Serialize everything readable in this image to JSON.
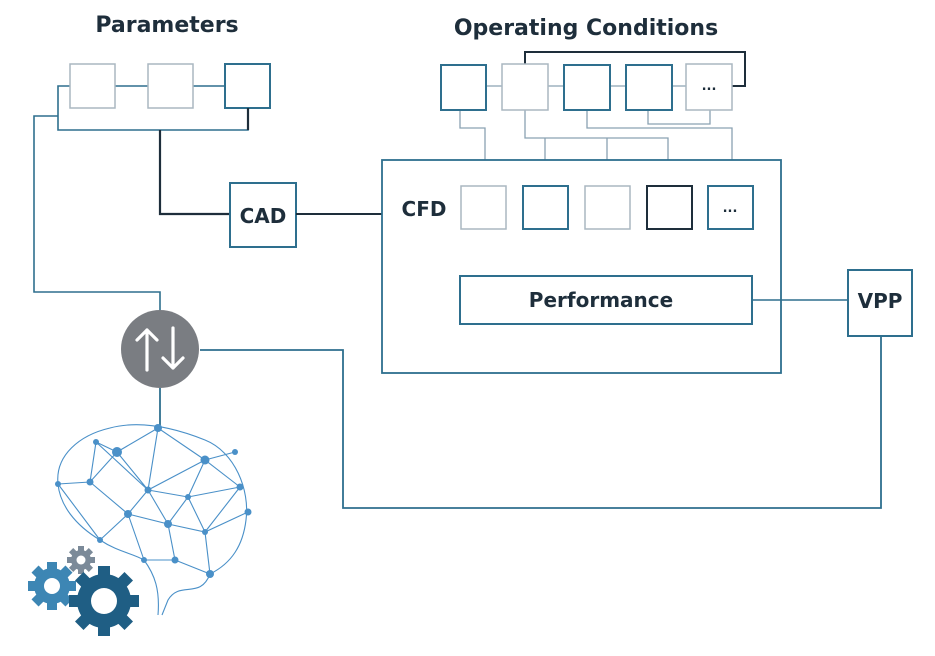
{
  "headings": {
    "parameters": "Parameters",
    "operating_conditions": "Operating Conditions"
  },
  "blocks": {
    "cad": "CAD",
    "cfd": "CFD",
    "performance": "Performance",
    "vpp": "VPP"
  },
  "ellipsis": "...",
  "exchange_symbol": "↑↓",
  "colors": {
    "accent_blue": "#2e6f8e",
    "dark_line": "#1e2e3b",
    "thin_grey": "#8aa2b2",
    "exchange_circle": "#7a7d82",
    "brain": "#4a90c8",
    "gear_large": "#1f5e84",
    "gear_medium": "#3d86b4",
    "gear_small": "#7b8a99"
  },
  "icons": [
    "exchange-arrows-icon",
    "brain-network-icon",
    "gears-icon"
  ]
}
